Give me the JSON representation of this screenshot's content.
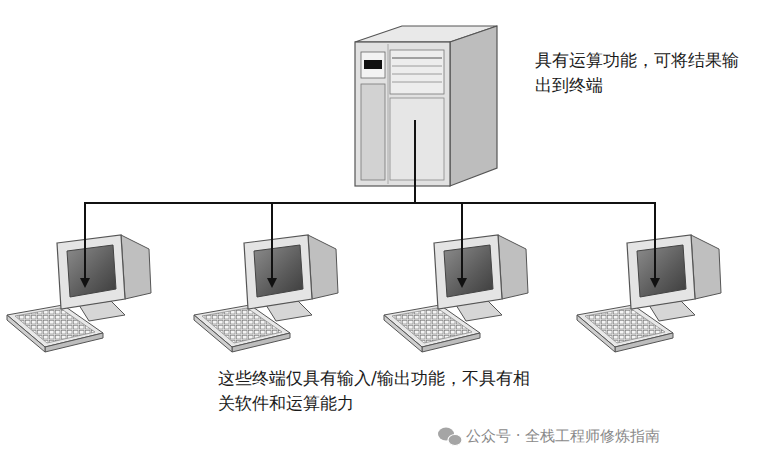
{
  "diagram": {
    "labels": [
      "具有运算功能，可将结果输出到终端",
      "这些终端仅具有输入/输出功能，不具有相关软件和运算能力",
      "公众号 · 全栈工程师修炼指南"
    ]
  }
}
